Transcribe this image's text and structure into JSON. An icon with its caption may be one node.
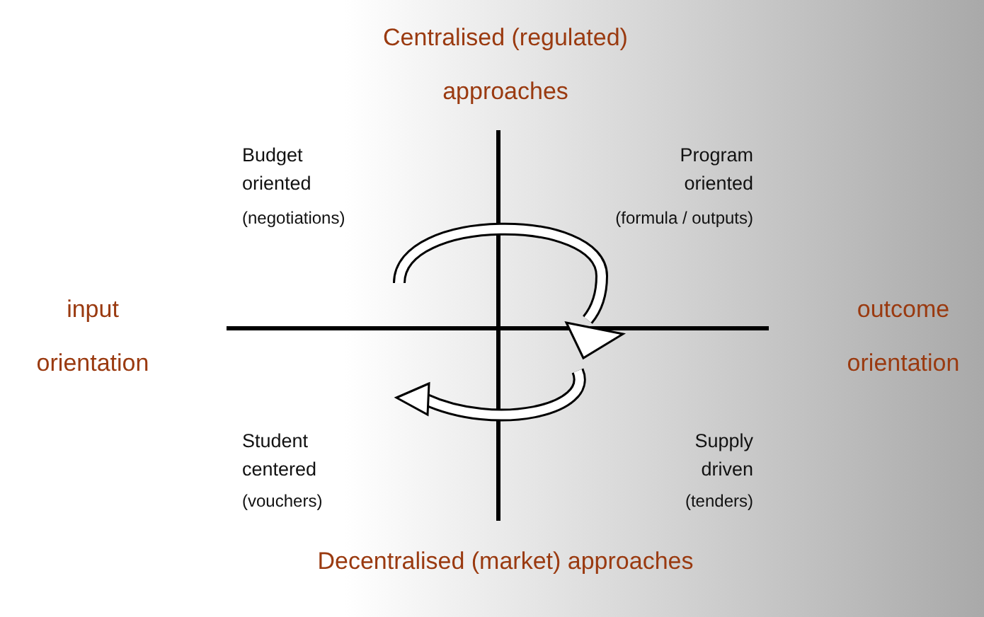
{
  "diagram": {
    "labels": [
      "Centralised (regulated) approaches",
      "Budget oriented",
      "(negotiations)",
      "Program oriented",
      "(formula / outputs)",
      "input orientation",
      "outcome orientation",
      "Student centered",
      "(vouchers)",
      "Supply driven",
      "(tenders)",
      "Decentralised (market) approaches"
    ]
  }
}
